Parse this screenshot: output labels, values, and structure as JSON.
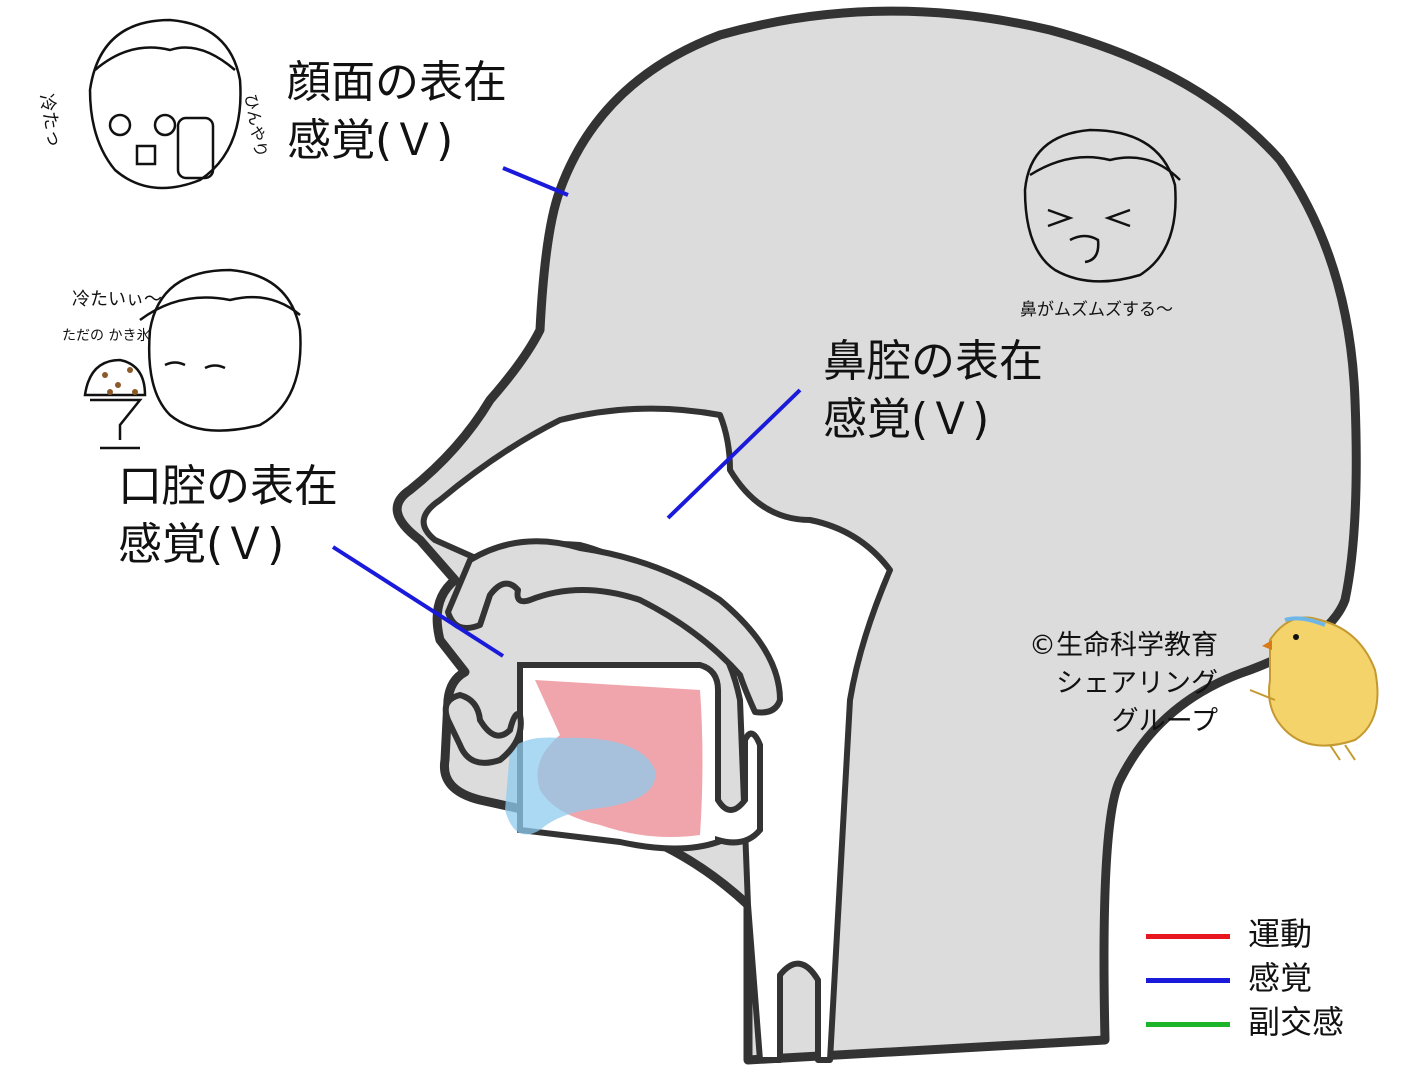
{
  "labels": {
    "face": {
      "line1": "顔面の表在",
      "line2": "感覚(Ｖ)"
    },
    "nasal": {
      "line1": "鼻腔の表在",
      "line2": "感覚(Ｖ)"
    },
    "oral": {
      "line1": "口腔の表在",
      "line2": "感覚(Ｖ)"
    }
  },
  "doodles": {
    "cold_left": "冷たっ",
    "cold_right": "ひんやり",
    "shaved_ice_shout": "冷たいぃ〜",
    "shaved_ice_label": "ただの かき氷",
    "nose_itch": "鼻がムズムズする〜"
  },
  "credit": {
    "line1": "©生命科学教育",
    "line2": "シェアリング",
    "line3": "グループ"
  },
  "legend": [
    {
      "label": "運動",
      "color": "#e8171d"
    },
    {
      "label": "感覚",
      "color": "#1a1adb"
    },
    {
      "label": "副交感",
      "color": "#1cb52a"
    }
  ],
  "colors": {
    "head_fill": "#dcdcdc",
    "outline": "#333333",
    "nerve_line": "#1a1adb",
    "tongue_pink": "#ee9aa2",
    "tongue_blue": "#8fcbee"
  }
}
